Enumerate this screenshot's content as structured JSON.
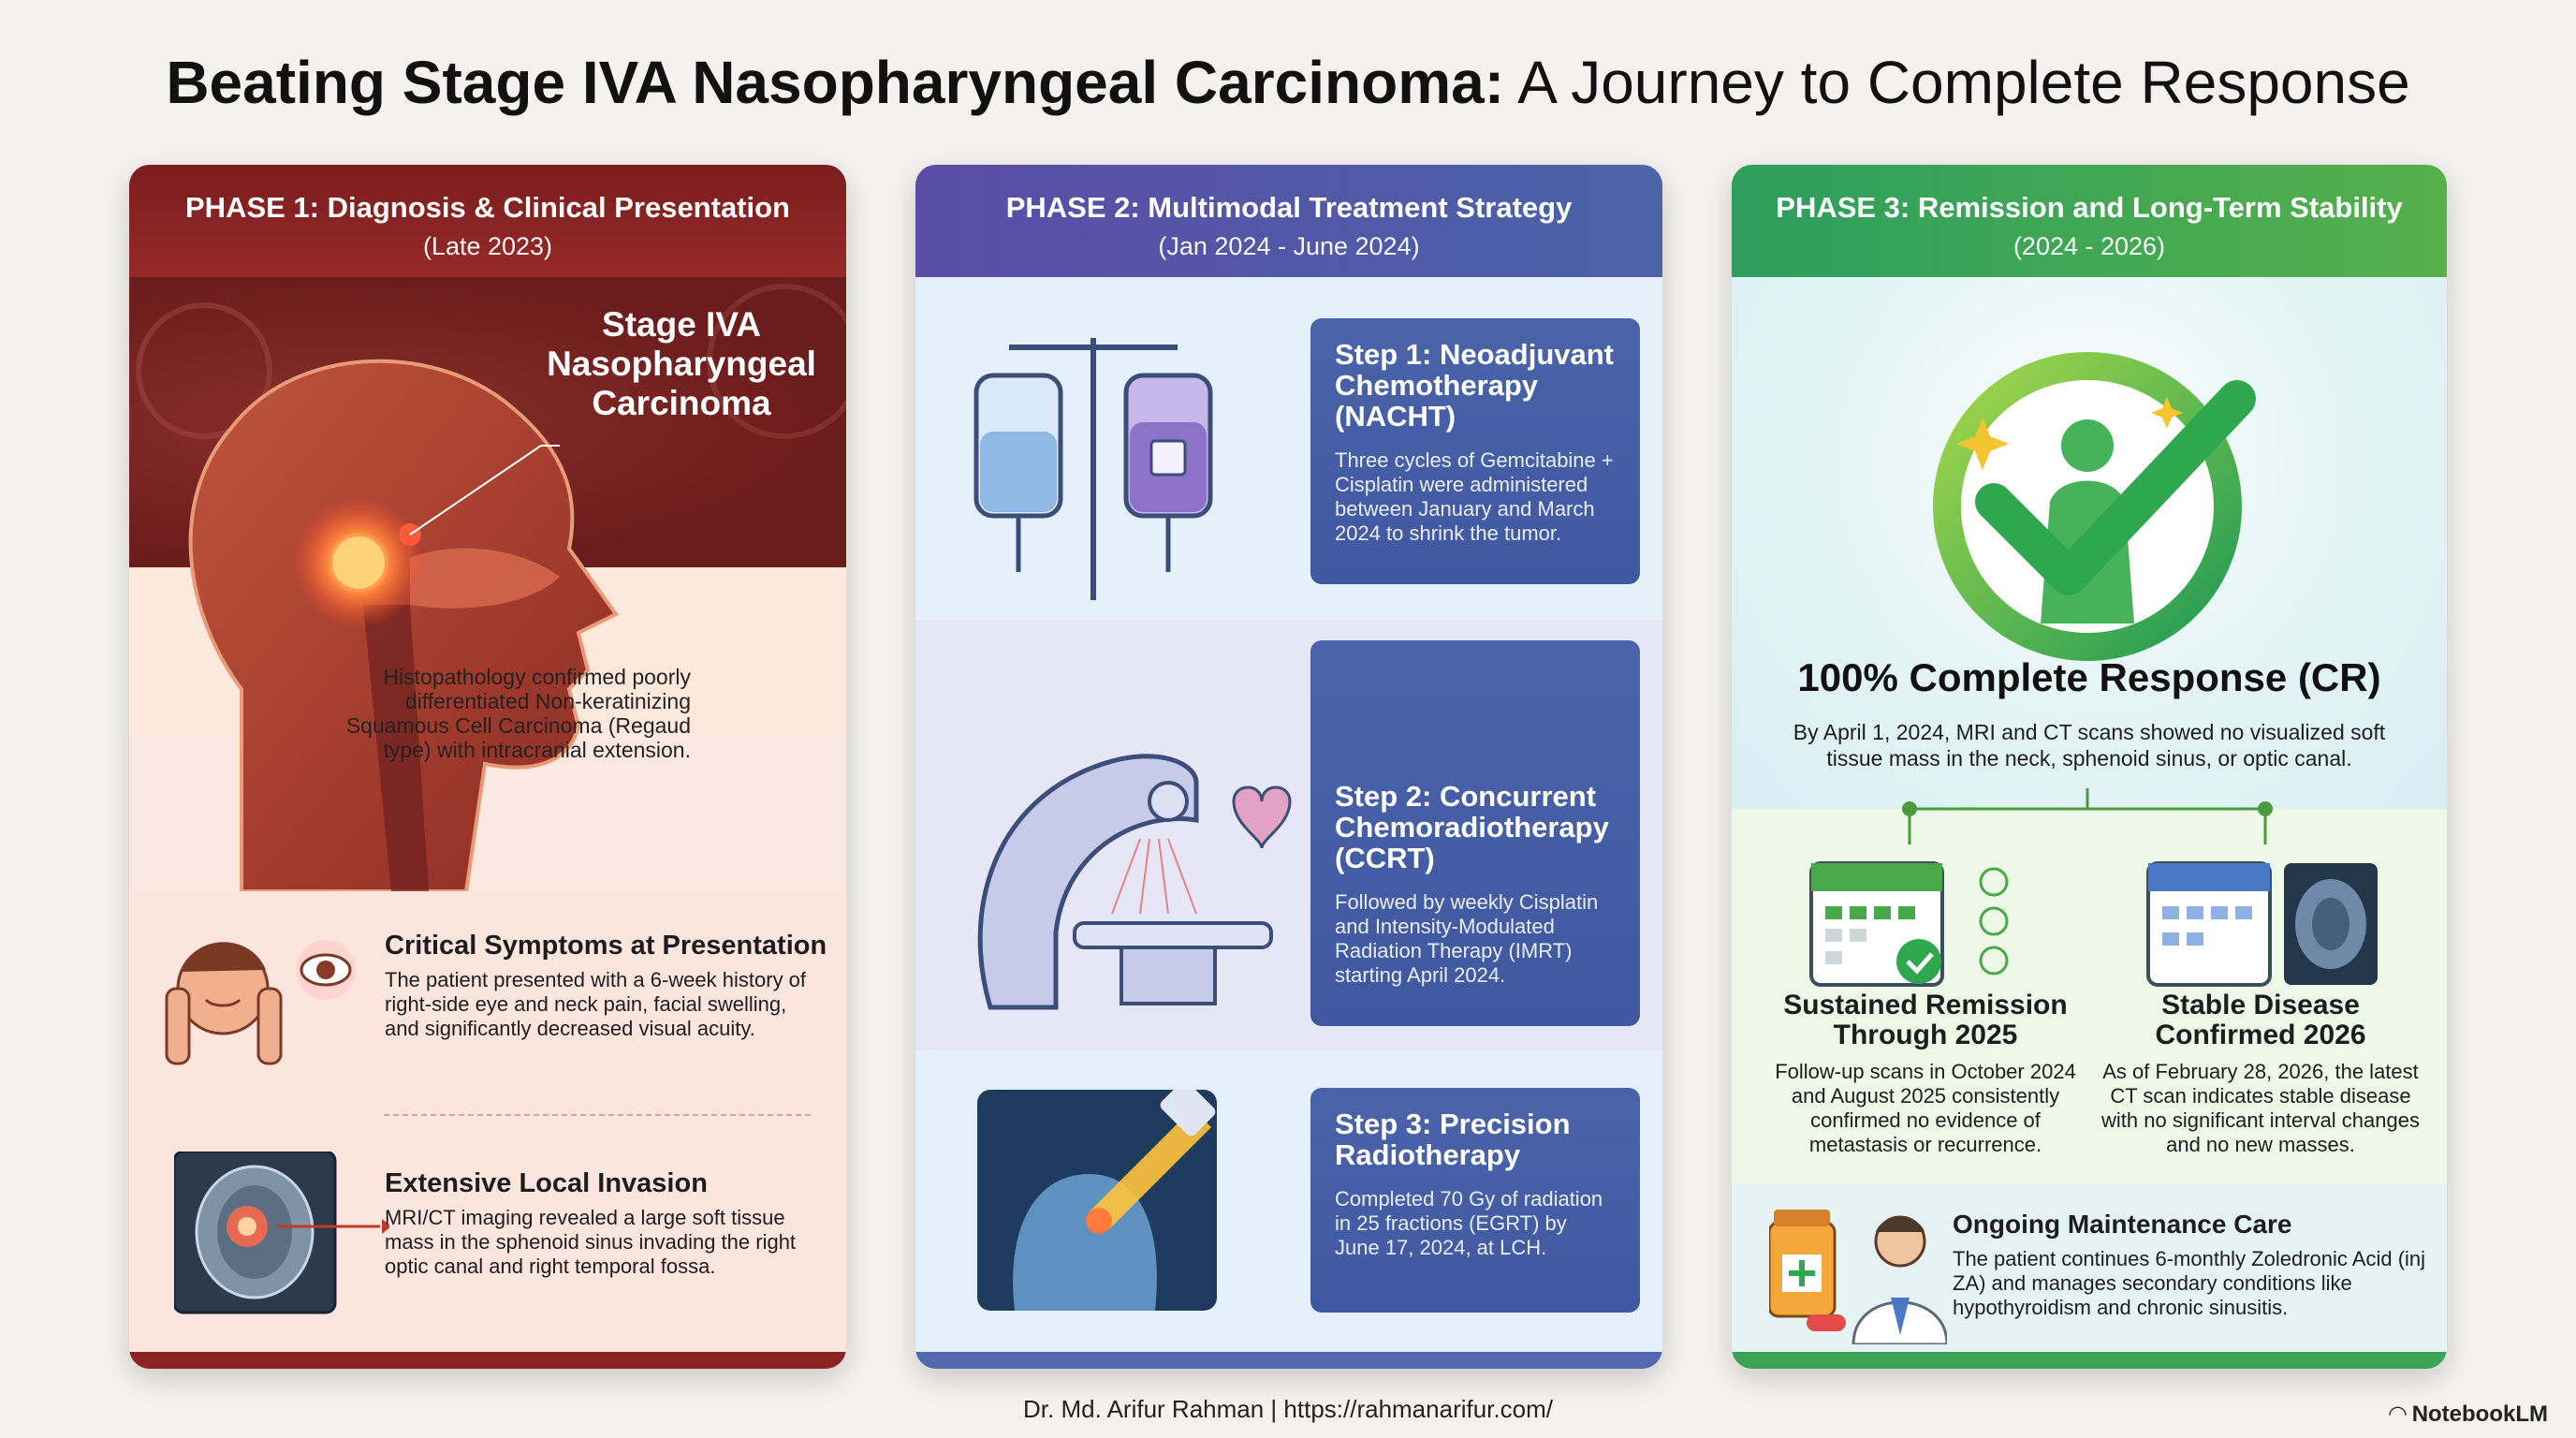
{
  "title": {
    "bold": "Beating Stage IVA Nasopharyngeal Carcinoma:",
    "rest": " A Journey to Complete Response"
  },
  "phase1": {
    "heading": "PHASE 1: Diagnosis & Clinical Presentation",
    "period": "(Late 2023)",
    "stage_label": "Stage IVA Nasopharyngeal Carcinoma",
    "histopathology": "Histopathology confirmed poorly differentiated Non-keratinizing Squamous Cell Carcinoma (Regaud type) with intracranial extension.",
    "symptoms_title": "Critical Symptoms at Presentation",
    "symptoms_text": "The patient presented with a 6-week history of right-side eye and neck pain, facial swelling, and significantly decreased visual acuity.",
    "invasion_title": "Extensive Local Invasion",
    "invasion_text": "MRI/CT imaging revealed a large soft tissue mass in the sphenoid sinus invading the right optic canal and right temporal fossa."
  },
  "phase2": {
    "heading": "PHASE 2: Multimodal Treatment Strategy",
    "period": "(Jan 2024 - June 2024)",
    "step1_title": "Step 1: Neoadjuvant Chemotherapy (NACHT)",
    "step1_text": "Three cycles of Gemcitabine + Cisplatin were administered between January and March 2024 to shrink the tumor.",
    "step2_title": "Step 2: Concurrent Chemoradiotherapy (CCRT)",
    "step2_text": "Followed by weekly Cisplatin and Intensity-Modulated Radiation Therapy (IMRT) starting April 2024.",
    "step3_title": "Step 3: Precision Radiotherapy",
    "step3_text": "Completed 70 Gy of radiation in 25 fractions (EGRT) by June 17, 2024, at LCH."
  },
  "phase3": {
    "heading": "PHASE 3: Remission and Long-Term Stability",
    "period": "(2024 - 2026)",
    "cr_title": "100% Complete Response (CR)",
    "cr_text": "By April 1, 2024, MRI and CT scans showed no visualized soft tissue mass in the neck, sphenoid sinus, or optic canal.",
    "remission_title": "Sustained Remission Through 2025",
    "remission_text": "Follow-up scans in October 2024 and August 2025 consistently confirmed no evidence of metastasis or recurrence.",
    "stable_title": "Stable Disease Confirmed 2026",
    "stable_text": "As of February 28, 2026, the latest CT scan indicates stable disease with no significant interval changes and no new masses.",
    "care_title": "Ongoing Maintenance Care",
    "care_text": "The patient continues 6-monthly Zoledronic Acid (inj ZA) and manages secondary conditions like hypothyroidism and chronic sinusitis."
  },
  "footer": "Dr. Md. Arifur Rahman  | https://rahmanarifur.com/",
  "brand": "NotebookLM",
  "colors": {
    "phase1": "#8b2322",
    "phase2": "#4b63a9",
    "phase3": "#3aa356"
  }
}
